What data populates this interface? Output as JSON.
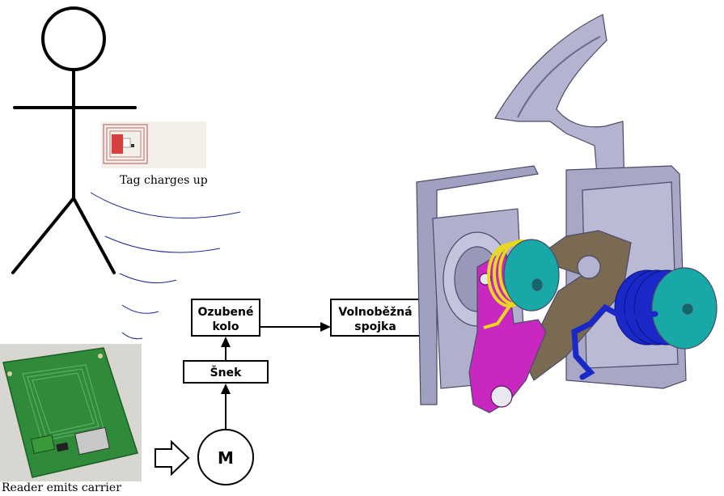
{
  "captions": {
    "tag": "Tag charges up",
    "reader": "Reader emits carrier"
  },
  "blocks": {
    "gear_line1": "Ozubené",
    "gear_line2": "kolo",
    "clutch_line1": "Volnoběžná",
    "clutch_line2": "spojka",
    "worm": "Šnek",
    "motor": "M"
  },
  "colors": {
    "stroke": "#000000",
    "waves": "#1a2a9a",
    "housing": "#a8a8c8",
    "lever": "#c828c0",
    "teal": "#18a8a8",
    "blue": "#1a28c8",
    "brown": "#7a6a52",
    "yellow": "#e8d820",
    "pcb": "#2f8a3a"
  }
}
